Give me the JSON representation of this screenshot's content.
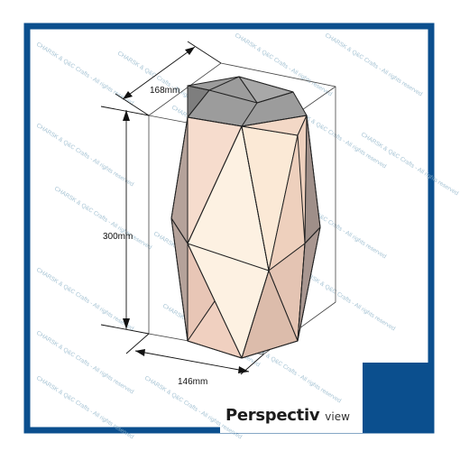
{
  "colors": {
    "frame_blue": "#0b4f8e",
    "face_light": "#fdf1e2",
    "face_mid": "#f4d9c9",
    "face_dark": "#b5a29a",
    "face_top": "#9c9c9c"
  },
  "dimensions": {
    "depth_label": "168mm",
    "height_label": "300mm",
    "width_label": "146mm"
  },
  "caption": {
    "bold_text": "Perspectiv",
    "light_text": "view"
  },
  "watermark": {
    "text": "CHARSK & Q&C Crafts - All rights reserved"
  }
}
